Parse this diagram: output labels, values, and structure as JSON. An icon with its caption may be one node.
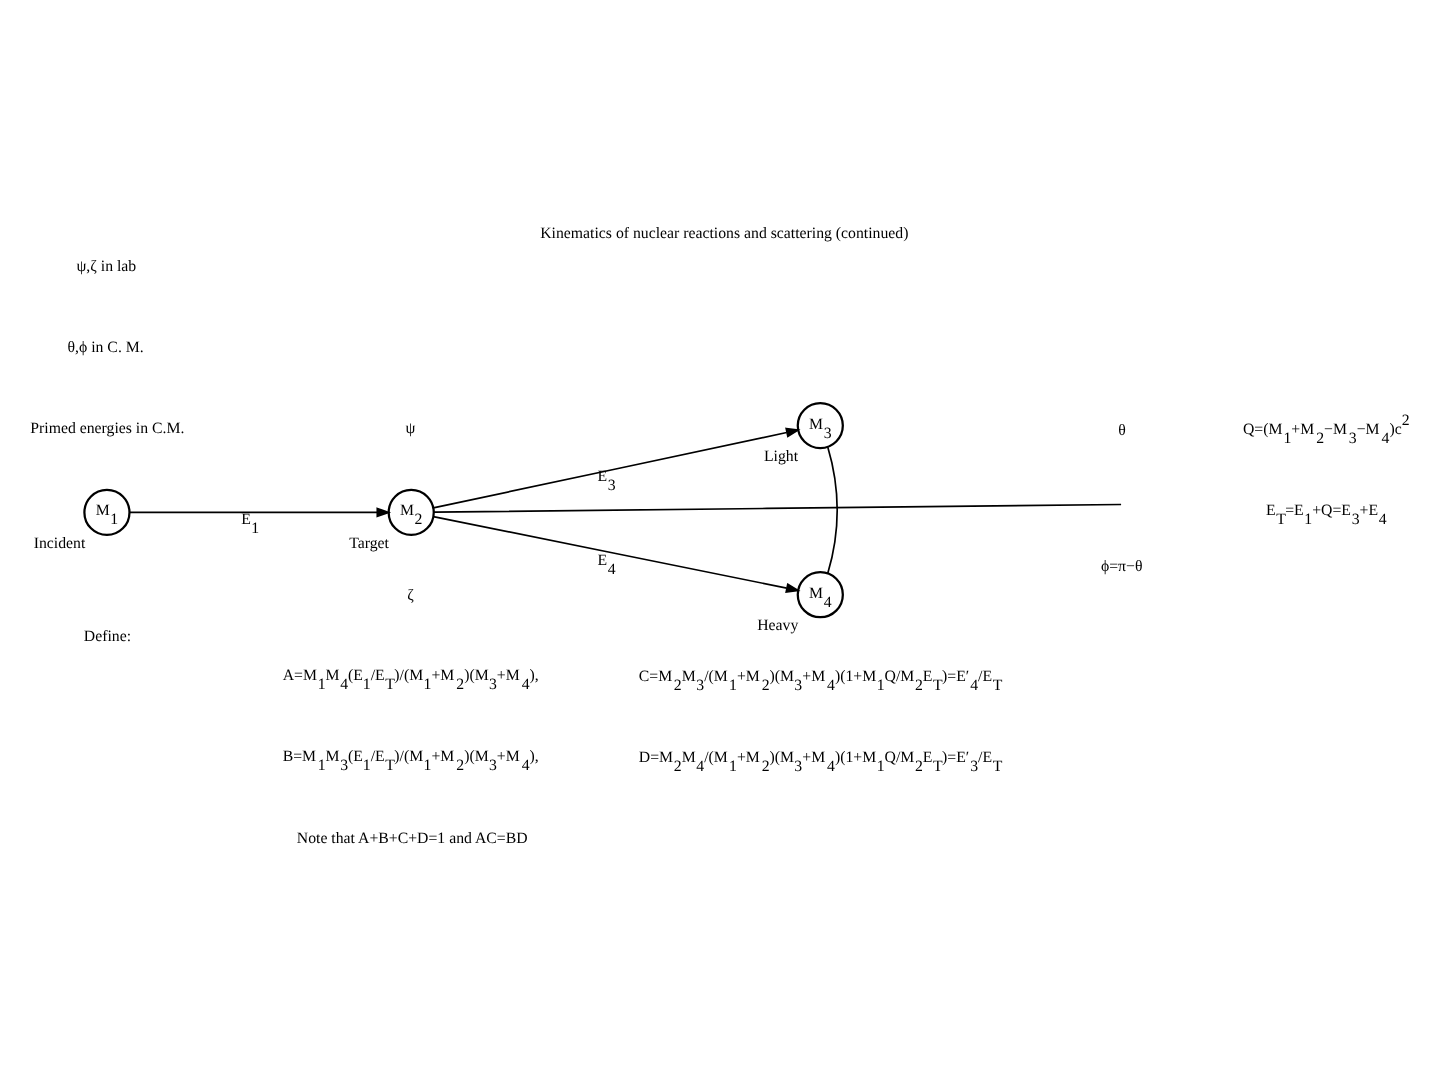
{
  "diagram": {
    "title": "Kinematics of nuclear reactions and scattering (continued)",
    "nodes": [
      {
        "text": [
          "M$_{1}$"
        ],
        "beside": [
          "Incident"
        ]
      },
      {
        "text": [
          "M$_{2}$"
        ],
        "beside": [
          "Target"
        ]
      },
      {
        "text": [
          "M$_{3}$"
        ],
        "beside": [
          "Light"
        ]
      },
      {
        "text": [
          "M$_{4}$"
        ],
        "beside": [
          "Heavy"
        ]
      }
    ],
    "edges": [
      {
        "from": 0,
        "to": 1,
        "arrow": "to",
        "label": "E$_{1}$"
      },
      {
        "from": 1,
        "to": 2,
        "arrow": "to",
        "label": "E$_{3}$"
      },
      {
        "from": 1,
        "to": 3,
        "arrow": "to",
        "label": "E$_{4}$"
      },
      {
        "from": 3,
        "to": 2,
        "arrow": "none"
      },
      {
        "from": 1,
        "to": null,
        "arrow": "none"
      }
    ],
    "labels": [
      "ψ,ζ in lab",
      "θ,ϕ in C. M.",
      "Primed energies in C.M.",
      "ψ",
      "ζ",
      "θ",
      "ϕ=π−θ",
      "Q=(M$_{1}$+M$_{2}$−M$_{3}$−M$_{4}$)c$^{2}$",
      "E$_{T}$=E$_{1}$+Q=E$_{3}$+E$_{4}$",
      "Define:",
      "A=M$_{1}$M$_{4}$(E$_{1}$/E$_{T}$)/(M$_{1}$+M$_{2}$)(M$_{3}$+M$_{4}$),",
      "C=M$_{2}$M$_{3}$/(M$_{1}$+M$_{2}$)(M$_{3}$+M$_{4}$)(1+M$_{1}$Q/M$_{2}$E$_{T}$)=E′$_{4}$/E$_{T}$",
      "B=M$_{1}$M$_{3}$(E$_{1}$/E$_{T}$)/(M$_{1}$+M$_{2}$)(M$_{3}$+M$_{4}$),",
      "D=M$_{2}$M$_{4}$/(M$_{1}$+M$_{2}$)(M$_{3}$+M$_{4}$)(1+M$_{1}$Q/M$_{2}$E$_{T}$)=E′$_{3}$/E$_{T}$",
      "Note that A+B+C+D=1 and AC=BD"
    ]
  }
}
